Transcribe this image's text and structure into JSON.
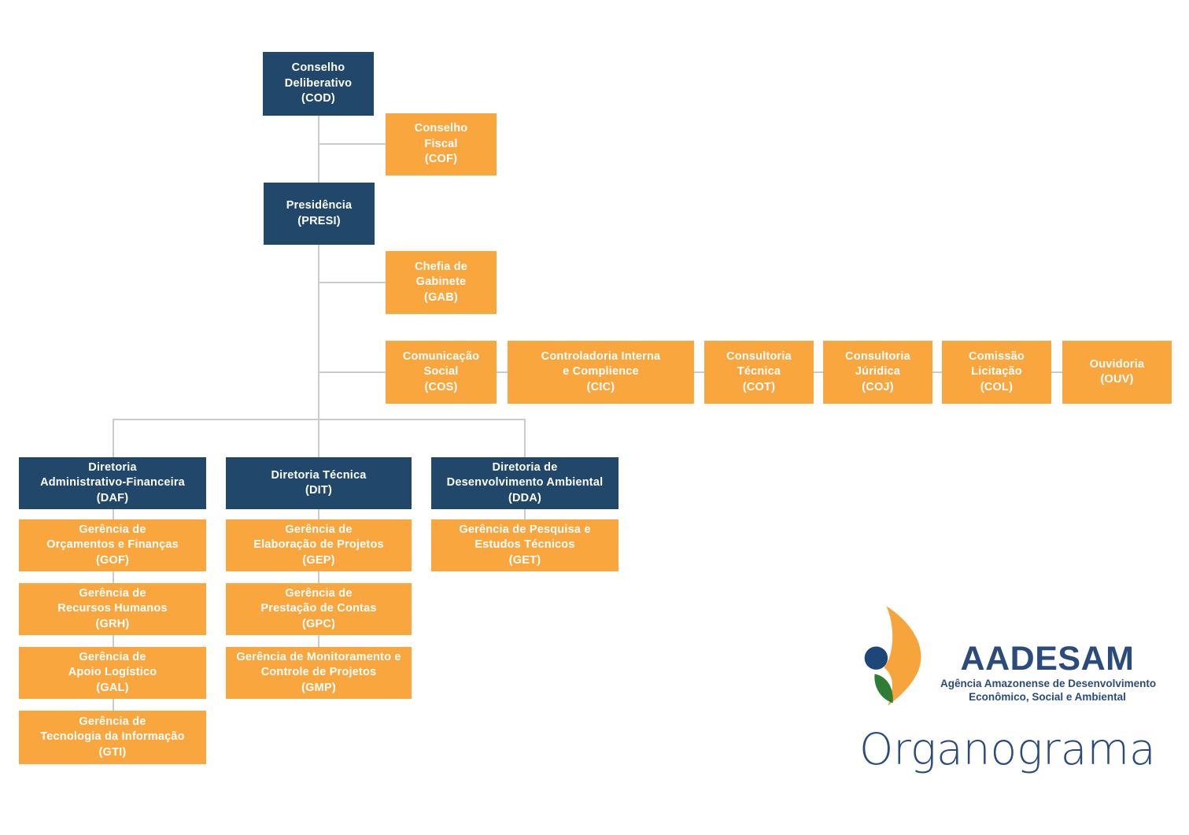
{
  "title": "Organograma",
  "brand": {
    "name": "AADESAM",
    "tagline_line1": "Agência Amazonense de Desenvolvimento",
    "tagline_line2": "Econômico, Social e Ambiental"
  },
  "colors": {
    "navy": "#21486B",
    "orange": "#F9A63F",
    "line": "#CBCBCB",
    "brand_navy": "#2B4B7C",
    "logo_orange": "#F6A43C",
    "logo_circle": "#1E4778",
    "logo_green": "#2E7D35"
  },
  "icons": {
    "logo_mark": "aadesam-logo-mark"
  },
  "nodes": {
    "cod": {
      "label": "Conselho\nDeliberativo\n(COD)"
    },
    "cof": {
      "label": "Conselho\nFiscal\n(COF)"
    },
    "presi": {
      "label": "Presidência\n(PRESI)"
    },
    "gab": {
      "label": "Chefia de\nGabinete\n(GAB)"
    },
    "cos": {
      "label": "Comunicação\nSocial\n(COS)"
    },
    "cic": {
      "label": "Controladoria Interna\ne Complience\n(CIC)"
    },
    "cot": {
      "label": "Consultoria\nTécnica\n(COT)"
    },
    "coj": {
      "label": "Consultoria\nJúridica\n(COJ)"
    },
    "col": {
      "label": "Comissão\nLicitação\n(COL)"
    },
    "ouv": {
      "label": "Ouvidoria\n(OUV)"
    },
    "daf": {
      "label": "Diretoria\nAdministrativo-Financeira\n(DAF)"
    },
    "dit": {
      "label": "Diretoria Técnica\n(DIT)"
    },
    "dda": {
      "label": "Diretoria de\nDesenvolvimento Ambiental\n(DDA)"
    },
    "gof": {
      "label": "Gerência de\nOrçamentos e Finanças\n(GOF)"
    },
    "grh": {
      "label": "Gerência de\nRecursos Humanos\n(GRH)"
    },
    "gal": {
      "label": "Gerência de\nApoio Logístico\n(GAL)"
    },
    "gti": {
      "label": "Gerência de\nTecnologia da Informação\n(GTI)"
    },
    "gep": {
      "label": "Gerência de\nElaboração de Projetos\n(GEP)"
    },
    "gpc": {
      "label": "Gerência de\nPrestação de Contas\n(GPC)"
    },
    "gmp": {
      "label": "Gerência de Monitoramento e\nControle de Projetos\n(GMP)"
    },
    "get": {
      "label": "Gerência de Pesquisa e\nEstudos Técnicos\n(GET)"
    }
  }
}
